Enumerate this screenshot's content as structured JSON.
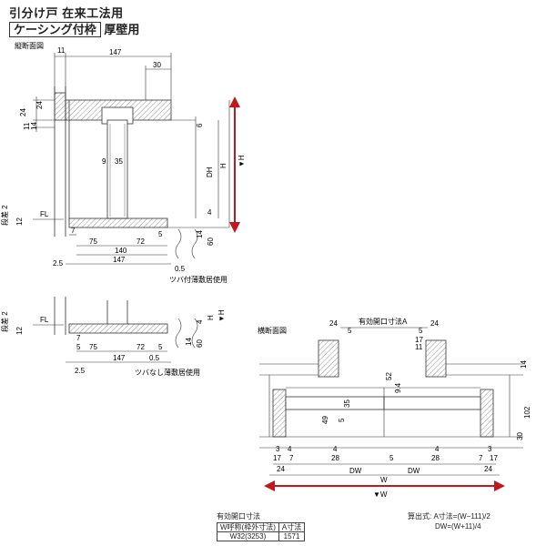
{
  "header": {
    "title_line1": "引分け戸 在来工法用",
    "title_line2_boxed": "ケーシング付枠",
    "title_line2_rest": "厚壁用"
  },
  "section_labels": {
    "vertical": "縦断面図",
    "horizontal": "横断面図",
    "with_sill": "ツバ付薄敷居使用",
    "without_sill": "ツバなし薄敷居使用"
  },
  "top_view": {
    "d_11": "11",
    "d_147": "147",
    "d_30": "30",
    "d_24a": "24",
    "d_24b": "24",
    "d_11b": "11",
    "d_14": "14",
    "d_9": "9",
    "d_35": "35",
    "d_6": "6",
    "d_DH": "DH",
    "d_H": "H",
    "d_H_mark": "▼H",
    "d_4": "4",
    "d_step": "段差 2",
    "d_12": "12",
    "d_FL": "FL",
    "d_7": "7",
    "d_5": "5",
    "d_75": "75",
    "d_72": "72",
    "d_140": "140",
    "d_147b": "147",
    "d_25": "2.5",
    "d_05": "0.5",
    "d_14b": "14",
    "d_60": "60"
  },
  "middle_view": {
    "d_step": "段差 2",
    "d_12": "12",
    "d_FL": "FL",
    "d_7": "7",
    "d_5a": "5",
    "d_75": "75",
    "d_72": "72",
    "d_5b": "5",
    "d_147": "147",
    "d_05": "0.5",
    "d_25": "2.5",
    "d_4": "4",
    "d_14": "14",
    "d_60": "60",
    "d_H": "H",
    "d_H_mark": "▼H"
  },
  "plan_view": {
    "opening": "有効開口寸法A",
    "d_24a": "24",
    "d_5a": "5",
    "d_24b": "24",
    "d_5b": "5",
    "d_17a": "17",
    "d_11": "11",
    "d_14": "14",
    "d_52": "52",
    "d_94": "9.4",
    "d_35": "35",
    "d_49": "49",
    "d_5c": "5",
    "d_102": "102",
    "d_30": "30",
    "d_3a": "3",
    "d_4a": "4",
    "d_4b": "4",
    "d_4c": "4",
    "d_3b": "3",
    "d_17b": "17",
    "d_7a": "7",
    "d_28a": "28",
    "d_28b": "28",
    "d_7b": "7",
    "d_17c": "17",
    "d_24c": "24",
    "d_24d": "24",
    "d_5d": "5",
    "d_DW1": "DW",
    "d_DW2": "DW",
    "d_W": "W",
    "d_W_mark": "▼W"
  },
  "table": {
    "title": "有効開口寸法",
    "headers": [
      "W呼称(枠外寸法)",
      "A寸法"
    ],
    "row": [
      "W32(3253)",
      "1571"
    ]
  },
  "formula": {
    "line1": "算出式: A寸法=(W−111)/2",
    "line2": "DW=(W+11)/4"
  },
  "colors": {
    "arrow": "#c0181e",
    "line": "#333333",
    "hatch": "#777777",
    "wood": "#d9d9d9"
  }
}
